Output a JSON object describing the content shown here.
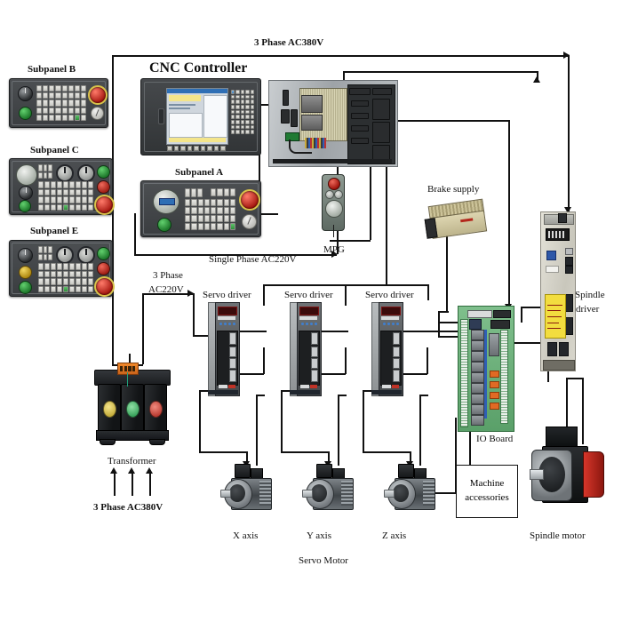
{
  "diagram": {
    "title_cnc": "CNC Controller",
    "labels": {
      "subpanel_b": "Subpanel B",
      "subpanel_c": "Subpanel C",
      "subpanel_e": "Subpanel E",
      "subpanel_a": "Subpanel A",
      "mpg": "MPG",
      "brake_supply": "Brake supply",
      "spindle_driver_l1": "Spindle",
      "spindle_driver_l2": "driver",
      "io_board": "IO Board",
      "machine_accessories": "Machine\naccessories",
      "machine_accessories_l1": "Machine",
      "machine_accessories_l2": "accessories",
      "spindle_motor": "Spindle motor",
      "transformer": "Transformer",
      "servo_driver_1": "Servo driver",
      "servo_driver_2": "Servo driver",
      "servo_driver_3": "Servo driver",
      "x_axis": "X axis",
      "y_axis": "Y axis",
      "z_axis": "Z axis",
      "servo_motor": "Servo Motor"
    },
    "power_labels": {
      "top_3ph_380": "3 Phase AC380V",
      "single_phase_220": "Single Phase AC220V",
      "three_phase_220_l1": "3 Phase",
      "three_phase_220_l2": "AC220V",
      "bottom_3ph_380": "3 Phase AC380V"
    },
    "colors": {
      "wire": "#111111",
      "panel_body": "#44474a",
      "estop_red": "#a3140d",
      "green_button": "#2f8f3c",
      "io_board_green": "#5aa069",
      "spindle_red": "#c0302a",
      "transformer_orange": "#e07a1f",
      "driver_display_red": "#7d1414",
      "yellow_warning": "#f2dd3f"
    }
  }
}
